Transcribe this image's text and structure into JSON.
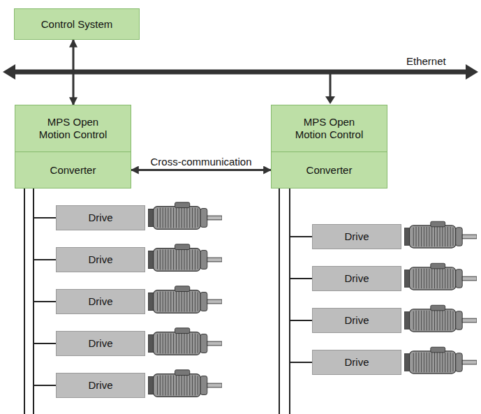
{
  "diagram": {
    "nodes": [
      {
        "text": [
          "Control System"
        ]
      },
      {
        "text": [
          "MPS Open Motion Control"
        ]
      },
      {
        "text": [
          "Converter"
        ]
      },
      {
        "text": [
          "MPS Open Motion Control"
        ]
      },
      {
        "text": [
          "Converter"
        ]
      },
      {
        "text": [
          "Drive"
        ]
      },
      {
        "text": [
          "Drive"
        ]
      },
      {
        "text": [
          "Drive"
        ]
      },
      {
        "text": [
          "Drive"
        ]
      },
      {
        "text": [
          "Drive"
        ]
      },
      {
        "text": [
          "Drive"
        ]
      },
      {
        "text": [
          "Drive"
        ]
      },
      {
        "text": [
          "Drive"
        ]
      },
      {
        "text": [
          "Drive"
        ]
      }
    ],
    "edges": [
      {
        "from": 0,
        "to": 1,
        "arrow": "both"
      },
      {
        "from": 2,
        "to": 4,
        "label": "Cross-communication",
        "arrow": "both"
      },
      {
        "from": 2,
        "to": 5,
        "arrow": "none"
      },
      {
        "from": 2,
        "to": 6,
        "arrow": "none"
      },
      {
        "from": 2,
        "to": 7,
        "arrow": "none"
      },
      {
        "from": 2,
        "to": 8,
        "arrow": "none"
      },
      {
        "from": 2,
        "to": 9,
        "arrow": "none"
      },
      {
        "from": 4,
        "to": 10,
        "arrow": "none"
      },
      {
        "from": 4,
        "to": 11,
        "arrow": "none"
      },
      {
        "from": 4,
        "to": 12,
        "arrow": "none"
      },
      {
        "from": 4,
        "to": 13,
        "arrow": "none"
      }
    ],
    "labels": [
      "Ethernet"
    ]
  }
}
